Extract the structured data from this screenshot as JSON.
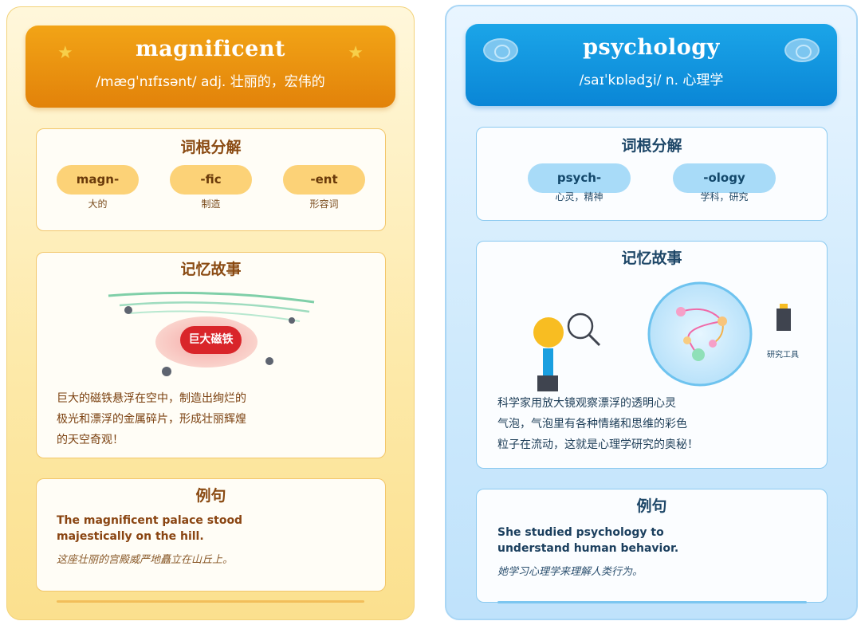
{
  "left": {
    "word": "magnificent",
    "phonetic": "/mæɡˈnɪfɪsənt/ adj. 壮丽的，宏伟的",
    "roots_title": "词根分解",
    "roots": [
      {
        "part": "magn-",
        "meaning": "大的"
      },
      {
        "part": "-fic",
        "meaning": "制造"
      },
      {
        "part": "-ent",
        "meaning": "形容词"
      }
    ],
    "story_title": "记忆故事",
    "magnet_label": "巨大磁铁",
    "story_lines": [
      "巨大的磁铁悬浮在空中，制造出绚烂的",
      "极光和漂浮的金属碎片，形成壮丽辉煌",
      "的天空奇观！"
    ],
    "example_title": "例句",
    "example_en_lines": [
      "The magnificent palace stood",
      "majestically on the hill."
    ],
    "example_zh": "这座壮丽的宫殿威严地矗立在山丘上。",
    "accent_color": "#e2820a"
  },
  "right": {
    "word": "psychology",
    "phonetic": "/saɪˈkɒlədʒi/ n. 心理学",
    "roots_title": "词根分解",
    "roots": [
      {
        "part": "psych-",
        "meaning": "心灵，精神"
      },
      {
        "part": "-ology",
        "meaning": "学科，研究"
      }
    ],
    "story_title": "记忆故事",
    "tool_label": "研究工具",
    "story_lines": [
      "科学家用放大镜观察漂浮的透明心灵",
      "气泡，气泡里有各种情绪和思维的彩色",
      "粒子在流动，这就是心理学研究的奥秘！"
    ],
    "example_title": "例句",
    "example_en_lines": [
      "She studied psychology to",
      "understand human behavior."
    ],
    "example_zh": "她学习心理学来理解人类行为。",
    "accent_color": "#0a86d6"
  }
}
